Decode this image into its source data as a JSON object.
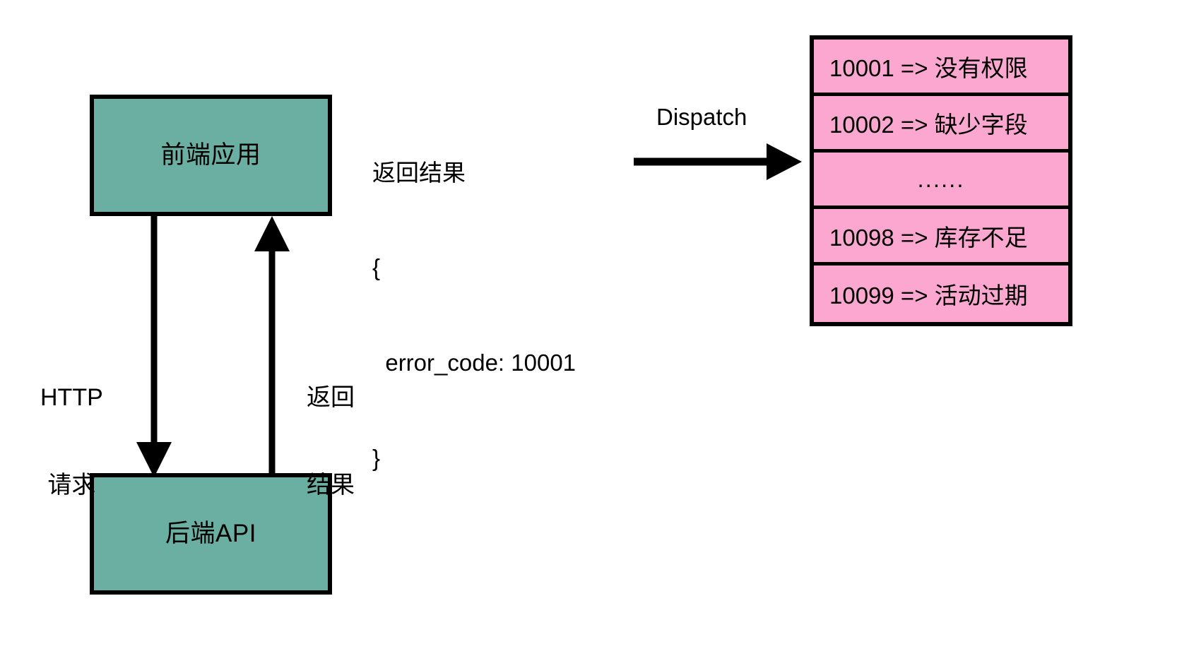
{
  "diagram": {
    "title": "Frontend / Backend error code dispatch flow",
    "colors": {
      "node_fill": "#6BAFA3",
      "table_fill": "#FBA7CF",
      "stroke": "#000000",
      "background": "#FFFFFF"
    },
    "nodes": {
      "frontend": {
        "label": "前端应用"
      },
      "backend": {
        "label": "后端API"
      }
    },
    "edges": {
      "request": {
        "line1": "HTTP",
        "line2": "请求"
      },
      "response": {
        "line1": "返回",
        "line2": "结果"
      },
      "dispatch": {
        "label": "Dispatch"
      }
    },
    "payload": {
      "caption": "返回结果",
      "open_brace": "{",
      "field": "  error_code: 10001",
      "close_brace": "}"
    },
    "error_table": {
      "rows": [
        {
          "code": "10001",
          "arrow": "=>",
          "message": "没有权限",
          "text": "10001 => 没有权限"
        },
        {
          "code": "10002",
          "arrow": "=>",
          "message": "缺少字段",
          "text": "10002 => 缺少字段"
        },
        {
          "code": "",
          "arrow": "",
          "message": "",
          "text": "......"
        },
        {
          "code": "10098",
          "arrow": "=>",
          "message": "库存不足",
          "text": "10098 => 库存不足"
        },
        {
          "code": "10099",
          "arrow": "=>",
          "message": "活动过期",
          "text": "10099 => 活动过期"
        }
      ]
    }
  }
}
